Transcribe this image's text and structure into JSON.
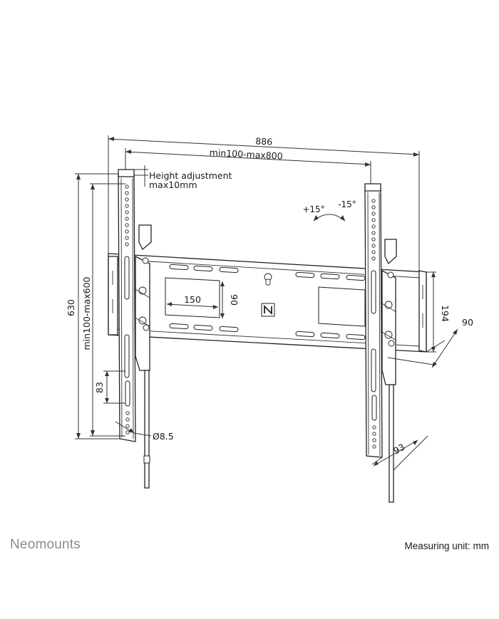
{
  "drawing": {
    "dimensions": {
      "overall_width": "886",
      "vesa_width": "min100-max800",
      "height_adjust_line1": "Height adjustment",
      "height_adjust_line2": "max10mm",
      "overall_height": "630",
      "vesa_height": "min100-max600",
      "plate_slot_width": "150",
      "plate_slot_height": "90",
      "wall_plate_height": "194",
      "depth_max": "90",
      "depth_min": "93",
      "slot_spacing": "83",
      "screw_hole": "Ø8.5",
      "tilt_plus": "+15°",
      "tilt_minus": "-15°"
    }
  },
  "footer": {
    "brand": "Neomounts",
    "measuring_unit": "Measuring unit: mm"
  }
}
